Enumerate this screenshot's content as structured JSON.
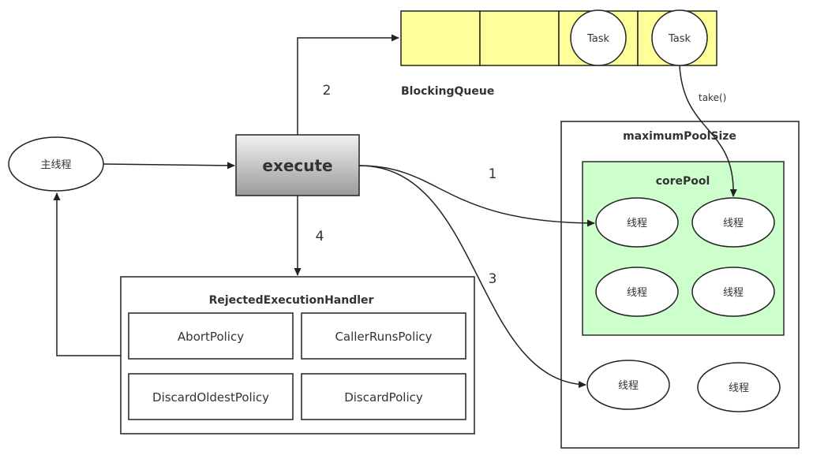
{
  "main_thread": {
    "label": "主线程"
  },
  "execute": {
    "label": "execute"
  },
  "queue": {
    "name": "BlockingQueue",
    "tasks": [
      "Task",
      "Task"
    ],
    "take_label": "take()"
  },
  "pool": {
    "max_label": "maximumPoolSize",
    "core_label": "corePool",
    "core_threads": [
      "线程",
      "线程",
      "线程",
      "线程"
    ],
    "extra_threads": [
      "线程",
      "线程"
    ]
  },
  "handler": {
    "title": "RejectedExecutionHandler",
    "policies": [
      "AbortPolicy",
      "CallerRunsPolicy",
      "DiscardOldestPolicy",
      "DiscardPolicy"
    ]
  },
  "steps": [
    "1",
    "2",
    "3",
    "4"
  ],
  "colors": {
    "queue_fill": "#ffff99",
    "core_fill": "#ccffcc",
    "core_stroke": "#2d2d2d",
    "execute_top": "#f2f2f2",
    "execute_bottom": "#9a9a9a",
    "stroke": "#222222"
  }
}
